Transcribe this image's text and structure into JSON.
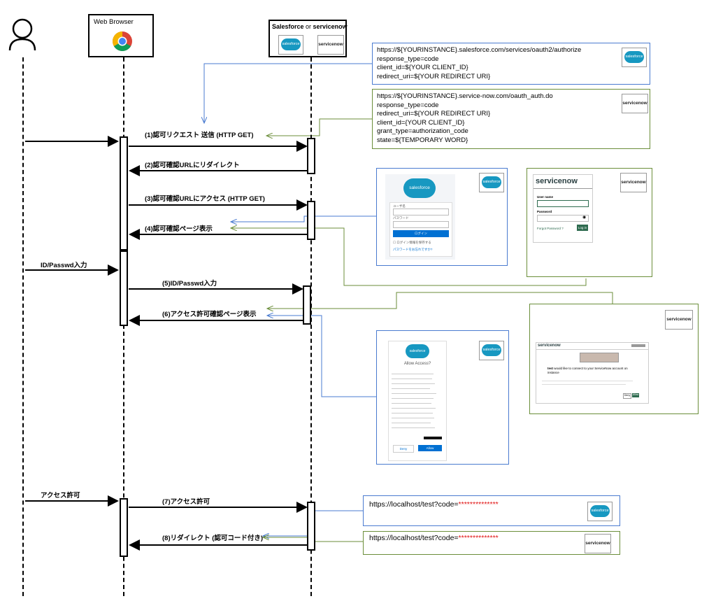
{
  "participants": {
    "browser": {
      "label": "Web Browser"
    },
    "server": {
      "label_bold": "Salesforce",
      "label_or": " or ",
      "label_bold2": "servicenow"
    }
  },
  "logos": {
    "salesforce": "salesforce",
    "servicenow": "servicenow"
  },
  "messages": {
    "m1": "(1)認可リクエスト 送信 (HTTP GET)",
    "m2": "(2)認可確認URLにリダイレクト",
    "m3": "(3)認可確認URLにアクセス (HTTP GET)",
    "m4": "(4)認可確認ページ表示",
    "m5": "(5)ID/Passwd入力",
    "m6": "(6)アクセス許可確認ページ表示",
    "m7": "(7)アクセス許可",
    "m8": "(8)リダイレクト (認可コード付き)"
  },
  "user_actions": {
    "u1": "",
    "u2": "ID/Passwd入力",
    "u3": "アクセス許可"
  },
  "sf_auth": {
    "line1": "https://${YOURINSTANCE}.salesforce.com/services/oauth2/authorize",
    "line2": "response_type=code",
    "line3": "client_id=${YOUR CLIENT_ID}",
    "line4": "redirect_uri=${YOUR REDIRECT URI}"
  },
  "sn_auth": {
    "line1": "https://${YOURINSTANCE}.service-now.com/oauth_auth.do",
    "line2": "response_type=code",
    "line3": "redirect_uri=${YOUR REDIRECT URI}",
    "line4": "client_id={YOUR CLIENT_ID}",
    "line5": "grant_type=authorization_code",
    "line6": "state=${TEMPORARY WORD}"
  },
  "sf_callback": {
    "prefix": "https://localhost/test?code=",
    "masked": "**************"
  },
  "sn_callback": {
    "prefix": "https://localhost/test?code=",
    "masked": "**************"
  },
  "sf_login": {
    "username_label": "ユーザ名",
    "password_label": "パスワード",
    "login_button": "ログイン",
    "remember": "ログイン情報を保存する",
    "forgot": "パスワードをお忘れですか?"
  },
  "sn_login": {
    "brand": "servicenow",
    "username_label": "User name",
    "password_label": "Password",
    "forgot": "Forgot Password ?",
    "login_button": "Log in"
  },
  "sf_allow": {
    "title": "Allow Access?",
    "deny": "Deny",
    "allow": "Allow"
  },
  "sn_allow": {
    "brand": "servicenow",
    "message_bold": "test",
    "message": " would like to connect to your ServiceNow account on instance",
    "deny": "Deny",
    "allow": "Allow"
  },
  "colors": {
    "sf_blue": "#4a7bd0",
    "sn_green": "#6b8e3a",
    "sf_cloud": "#1798c1",
    "sn_login_green": "#2e6b4f"
  }
}
